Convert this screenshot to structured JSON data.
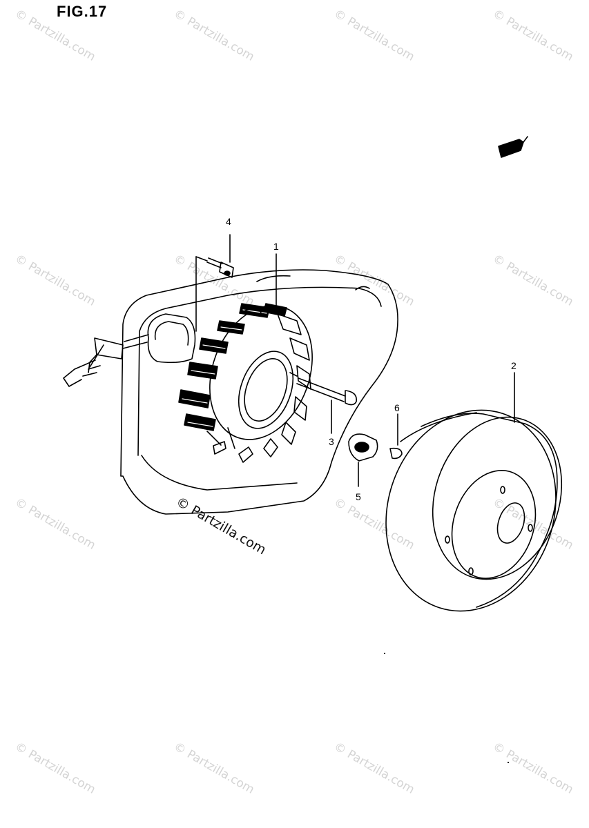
{
  "figure": {
    "title": "FIG.17"
  },
  "watermark": {
    "text": "© Partzilla.com"
  },
  "callouts": [
    {
      "id": "1",
      "label": "1"
    },
    {
      "id": "2",
      "label": "2"
    },
    {
      "id": "3",
      "label": "3"
    },
    {
      "id": "4",
      "label": "4"
    },
    {
      "id": "5",
      "label": "5"
    },
    {
      "id": "6",
      "label": "6"
    }
  ]
}
